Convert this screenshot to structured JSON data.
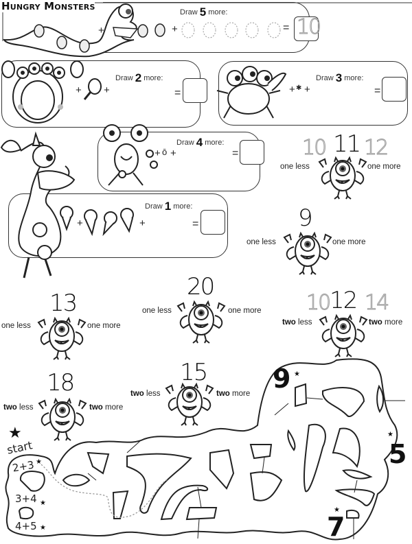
{
  "worksheet": {
    "title": "Hungry Monsters"
  },
  "addition_problems": [
    {
      "id": "strawberries",
      "draw_prefix": "Draw",
      "draw_count": "5",
      "draw_suffix": "more:",
      "item": "strawberry",
      "shown_items": 5,
      "answer": "10",
      "answer_traced": true
    },
    {
      "id": "drumsticks",
      "draw_prefix": "Draw",
      "draw_count": "2",
      "draw_suffix": "more:",
      "item": "chicken-drumstick",
      "answer": ""
    },
    {
      "id": "flies",
      "draw_prefix": "Draw",
      "draw_count": "3",
      "draw_suffix": "more:",
      "item": "fly",
      "answer": ""
    },
    {
      "id": "eyeballs",
      "draw_prefix": "Draw",
      "draw_count": "4",
      "draw_suffix": "more:",
      "item": "eyeball",
      "answer": ""
    },
    {
      "id": "icecream",
      "draw_prefix": "Draw",
      "draw_count": "1",
      "draw_suffix": "more:",
      "item": "ice-cream-cone",
      "answer": ""
    }
  ],
  "symbols": {
    "plus": "+",
    "equals": "="
  },
  "number_neighbors": [
    {
      "number": "11",
      "left_label_bold": "",
      "left_label": "one less",
      "right_label_bold": "",
      "right_label": "one more",
      "traced_less": "10",
      "traced_more": "12"
    },
    {
      "number": "9",
      "left_label_bold": "",
      "left_label": "one less",
      "right_label_bold": "",
      "right_label": "one more"
    },
    {
      "number": "13",
      "left_label_bold": "",
      "left_label": "one less",
      "right_label_bold": "",
      "right_label": "one more"
    },
    {
      "number": "20",
      "left_label_bold": "",
      "left_label": "one less",
      "right_label_bold": "",
      "right_label": "one more"
    },
    {
      "number": "12",
      "left_label_bold": "two",
      "left_label": " less",
      "right_label_bold": "two",
      "right_label": " more",
      "traced_less": "10",
      "traced_more": "14"
    },
    {
      "number": "18",
      "left_label_bold": "two",
      "left_label": " less",
      "right_label_bold": "two",
      "right_label": " more"
    },
    {
      "number": "15",
      "left_label_bold": "two",
      "left_label": " less",
      "right_label_bold": "two",
      "right_label": " more"
    }
  ],
  "maze": {
    "start_label": "start",
    "equations": [
      "2+3",
      "3+4",
      "4+5"
    ],
    "targets": [
      "9",
      "5",
      "7"
    ]
  },
  "colors": {
    "ink": "#222222",
    "traced": "#999999",
    "paper": "#ffffff"
  }
}
